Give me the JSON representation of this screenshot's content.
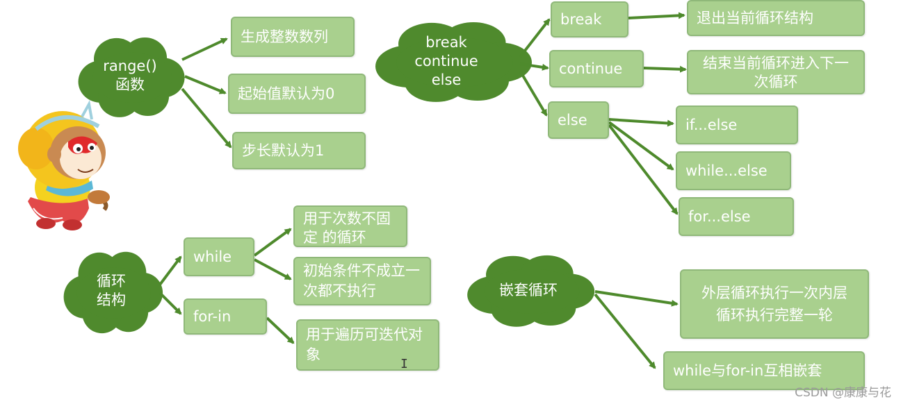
{
  "colors": {
    "cloud": "#4f8a2d",
    "box": "#a9d08e",
    "arrow": "#4e8a2c",
    "text": "#ffffff"
  },
  "clouds": {
    "range": "range()\n函数",
    "break_group": "break\ncontinue\nelse",
    "loop": "循环\n结构",
    "nested": "嵌套循环"
  },
  "boxes": {
    "range_seq": "生成整数数列",
    "range_start": "起始值默认为0",
    "range_step": "步长默认为1",
    "break": "break",
    "break_desc": "退出当前循环结构",
    "continue": "continue",
    "continue_desc": "结束当前循环进入下一次循环",
    "else": "else",
    "if_else": "if...else",
    "while_else": "while...else",
    "for_else": "for...else",
    "while": "while",
    "while_desc1": "用于次数不固定 的循环",
    "while_desc2": "初始条件不成立一次都不执行",
    "for_in": "for-in",
    "for_in_desc": "用于遍历可迭代对象",
    "nested_desc1": "外层循环执行一次内层循环执行完整一轮",
    "nested_desc2": "while与for-in互相嵌套"
  },
  "watermark": "CSDN @康康与花",
  "mascot": "monkey-king-mascot-icon"
}
